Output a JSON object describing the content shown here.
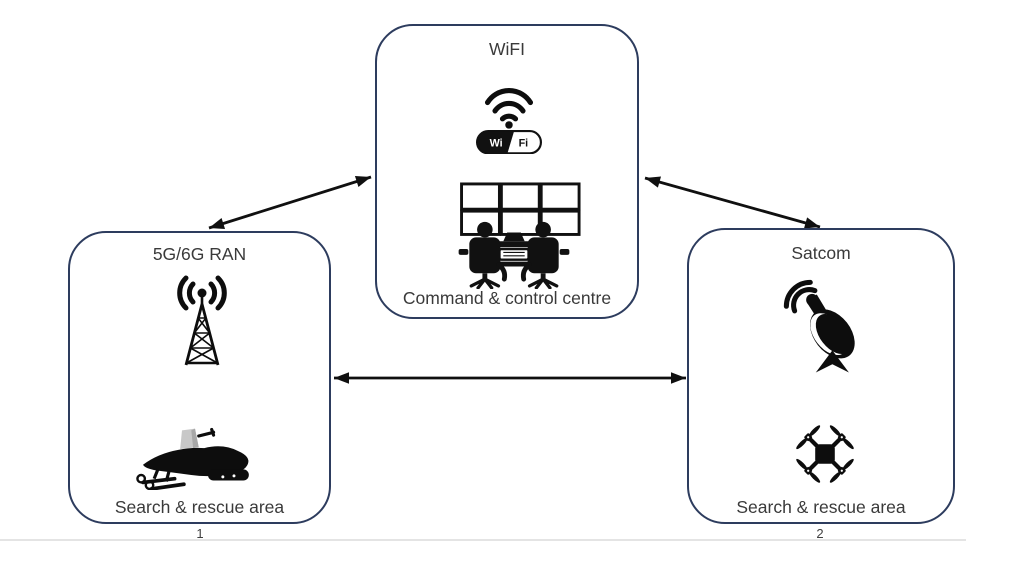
{
  "diagram": {
    "nodes": {
      "wifi": {
        "title": "WiFI",
        "caption": "Command & control centre",
        "logo": {
          "left": "Wi",
          "right": "Fi"
        }
      },
      "ran": {
        "title": "5G/6G RAN",
        "caption": "Search & rescue area",
        "area_number": "1"
      },
      "satcom": {
        "title": "Satcom",
        "caption": "Search & rescue area",
        "area_number": "2"
      }
    },
    "connections": [
      {
        "from": "ran",
        "to": "wifi",
        "type": "bidirectional"
      },
      {
        "from": "wifi",
        "to": "satcom",
        "type": "bidirectional"
      },
      {
        "from": "ran",
        "to": "satcom",
        "type": "bidirectional"
      }
    ],
    "icons": {
      "wifi_box": [
        "wifi-signal-icon",
        "wifi-logo-icon",
        "control-centre-icon"
      ],
      "ran_box": [
        "cell-tower-icon",
        "snowmobile-icon"
      ],
      "satcom_box": [
        "satellite-dish-icon",
        "drone-icon"
      ]
    },
    "colors": {
      "box_border": "#2d3c5e",
      "icon": "#0d0d0d",
      "text": "#3a3a3a",
      "background": "#ffffff",
      "divider_line": "#e4e4e4",
      "arrow": "#101010"
    }
  }
}
